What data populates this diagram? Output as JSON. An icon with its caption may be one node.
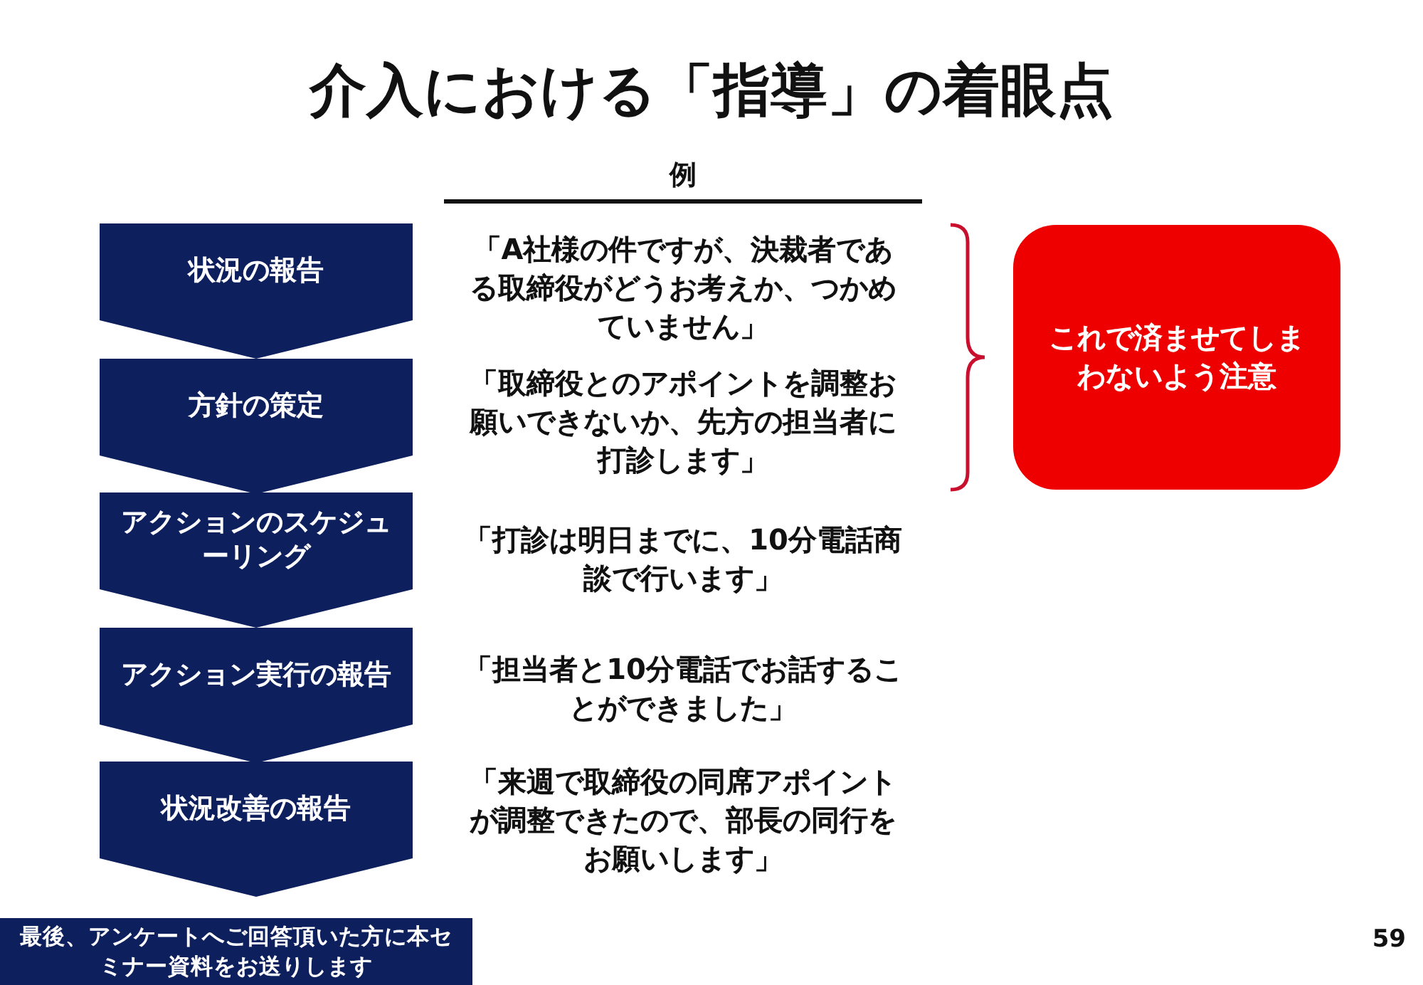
{
  "diagram": {
    "title": "介入における「指導」の着眼点",
    "nodes": [
      {
        "text": [
          "状況の報告"
        ],
        "beside": [
          "「A社様の件ですが、決裁者である取締役がどうお考えか、つかめていません」"
        ]
      },
      {
        "text": [
          "方針の策定"
        ],
        "beside": [
          "「取締役とのアポイントを調整お願いできないか、先方の担当者に打診します」"
        ]
      },
      {
        "text": [
          "アクションのスケジューリング"
        ],
        "beside": [
          "「打診は明日までに、10分電話商談で行います」"
        ]
      },
      {
        "text": [
          "アクション実行の報告"
        ],
        "beside": [
          "「担当者と10分電話でお話することができました」"
        ]
      },
      {
        "text": [
          "状況改善の報告"
        ],
        "beside": [
          "「来週で取締役の同席アポイントが調整できたので、部長の同行をお願いします」"
        ]
      },
      {
        "text": [
          "これで済ませてしまわないよう注意"
        ]
      },
      {
        "text": [
          "最後、アンケートへご回答頂いた方に本セミナー資料をお送りします"
        ]
      }
    ],
    "labels": [
      "例",
      "59"
    ]
  }
}
